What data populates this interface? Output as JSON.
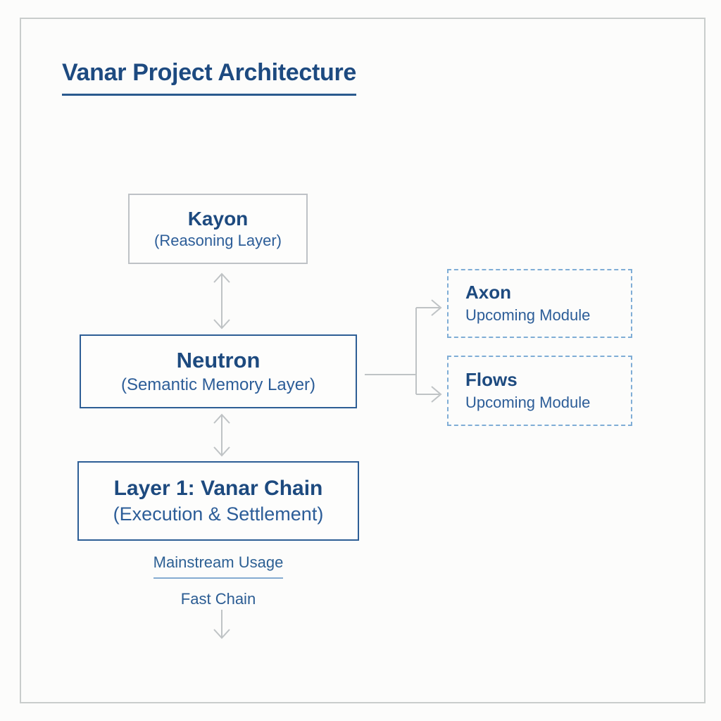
{
  "title": "Vanar Project Architecture",
  "nodes": {
    "kayon": {
      "name": "Kayon",
      "subtitle": "(Reasoning Layer)"
    },
    "neutron": {
      "name": "Neutron",
      "subtitle": "(Semantic Memory Layer)"
    },
    "layer1": {
      "name": "Layer 1: Vanar Chain",
      "subtitle": "(Execution & Settlement)"
    },
    "axon": {
      "name": "Axon",
      "subtitle": "Upcoming Module"
    },
    "flows": {
      "name": "Flows",
      "subtitle": "Upcoming Module"
    }
  },
  "footer": {
    "top_label": "Mainstream Usage",
    "bottom_label": "Fast Chain"
  },
  "icons": {
    "vertical_double_arrow": "↕",
    "right_arrow": "→",
    "down_arrow": "↓"
  },
  "colors": {
    "heading_blue": "#1d4a80",
    "text_blue": "#2c5d98",
    "solid_border_blue": "#2d5e95",
    "dashed_border_blue": "#7fadd6",
    "gray_border": "#bec2c6",
    "arrow_gray": "#bfc3c5",
    "divider_blue": "#85abd1",
    "background": "#fcfcfb"
  }
}
